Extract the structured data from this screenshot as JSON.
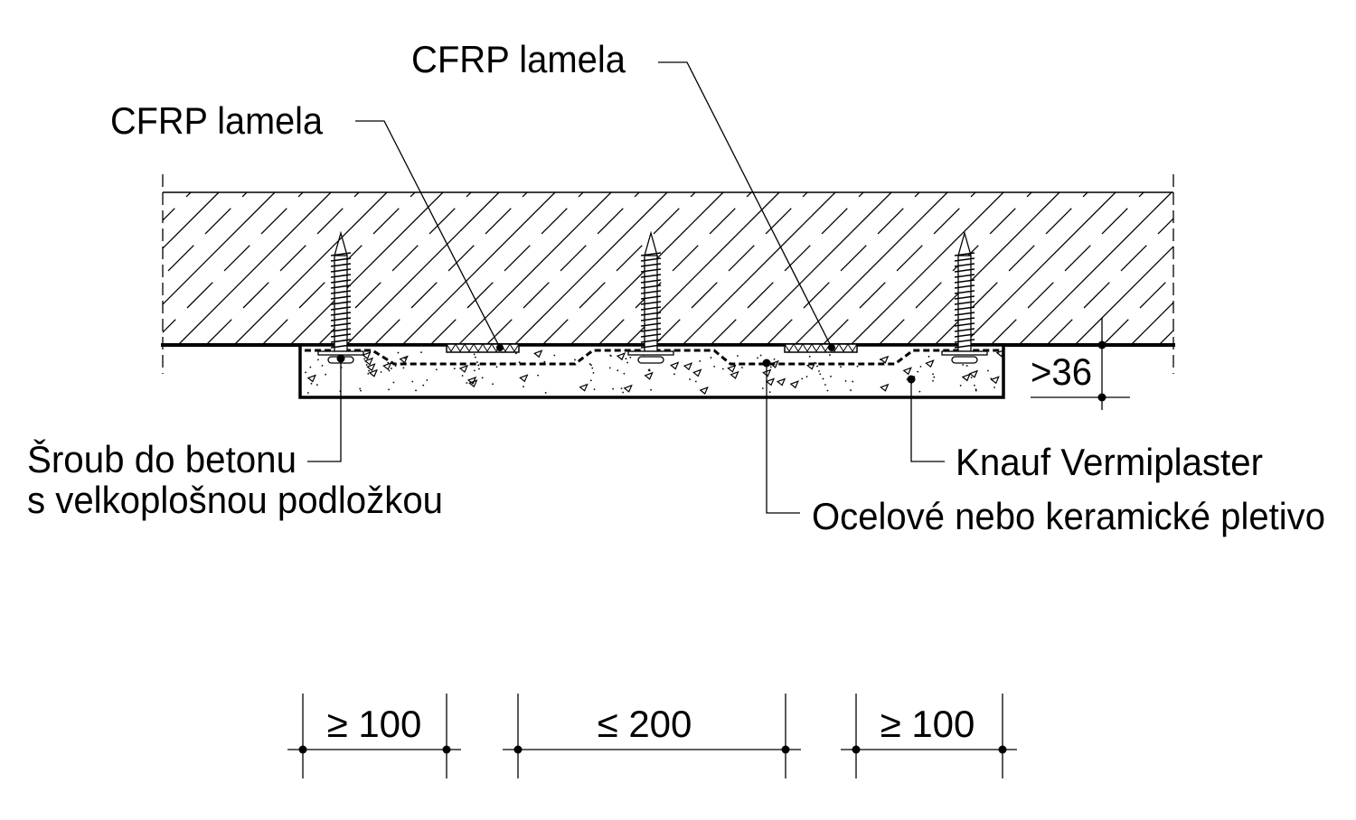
{
  "labels": {
    "cfrp_left": "CFRP lamela",
    "cfrp_right": "CFRP lamela",
    "screw_line1": "Šroub do betonu",
    "screw_line2": "s velkoplošnou podložkou",
    "plaster": "Knauf Vermiplaster",
    "mesh": "Ocelové nebo keramické pletivo",
    "thickness": ">36"
  },
  "dimensions": {
    "left": "≥ 100",
    "middle": "≤ 200",
    "right": "≥ 100"
  },
  "colors": {
    "line": "#000000",
    "background": "#ffffff"
  }
}
